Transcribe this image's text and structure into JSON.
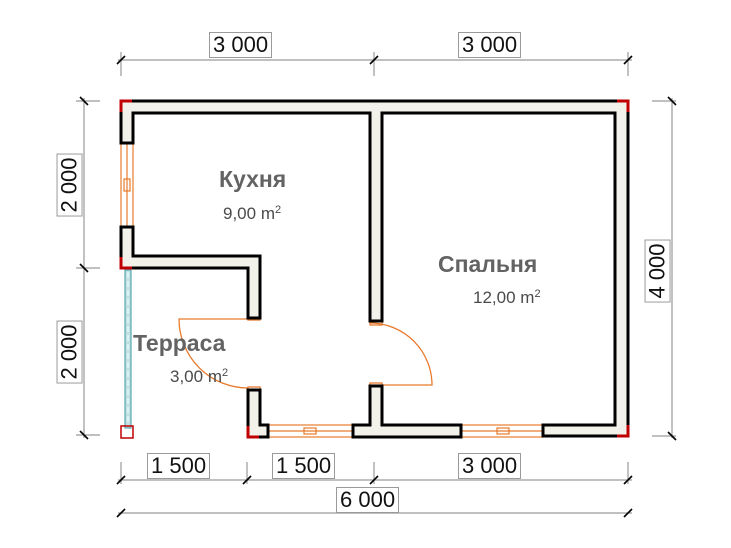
{
  "plan": {
    "units": "mm",
    "colors": {
      "wall_fill": "#f2f1ea",
      "wall_outline": "#000000",
      "corner_mark": "#c00000",
      "window": "#e87a2c",
      "door_arc": "#e87a2c",
      "terrace_rail": "#5aa7b0",
      "dim_line": "#9a9a9a"
    },
    "rooms": [
      {
        "name": "Кухня",
        "area": "9,00",
        "unit": "m",
        "sup": "2"
      },
      {
        "name": "Спальня",
        "area": "12,00",
        "unit": "m",
        "sup": "2"
      },
      {
        "name": "Терраса",
        "area": "3,00",
        "unit": "m",
        "sup": "2"
      }
    ],
    "dimensions": {
      "top": [
        "3 000",
        "3 000"
      ],
      "left": [
        "2 000",
        "2 000"
      ],
      "right": [
        "4 000"
      ],
      "bottom": [
        "1 500",
        "1 500",
        "3 000"
      ],
      "bottom_total": "6 000"
    }
  }
}
